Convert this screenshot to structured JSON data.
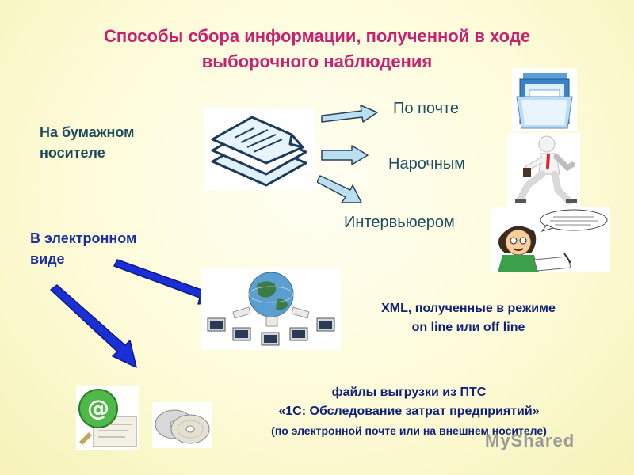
{
  "title": {
    "line1": "Способы сбора информации, полученной в ходе",
    "line2": "выборочного наблюдения"
  },
  "paper": {
    "line1": "На бумажном",
    "line2": "носителе"
  },
  "methods": {
    "mail": "По почте",
    "courier": "Нарочным",
    "interviewer": "Интервьюером"
  },
  "electronic": {
    "line1": "В электронном",
    "line2": "виде"
  },
  "xml": {
    "line1": "XML, полученные в режиме",
    "line2": "on line или off line"
  },
  "files": {
    "line1": "файлы выгрузки из ПТС",
    "line2": "«1С: Обследование затрат предприятий»",
    "line3": "(по электронной почте или на внешнем носителе)"
  },
  "watermark": "MyShared",
  "colors": {
    "title": "#c8216f",
    "arrow_blue": "#1a2fd6",
    "arrow_light": "#b9dff0"
  },
  "icons": [
    "documents-icon",
    "mail-folder-icon",
    "running-man-icon",
    "interviewer-cartoon-icon",
    "network-globe-icon",
    "email-at-icon",
    "cd-discs-icon"
  ]
}
